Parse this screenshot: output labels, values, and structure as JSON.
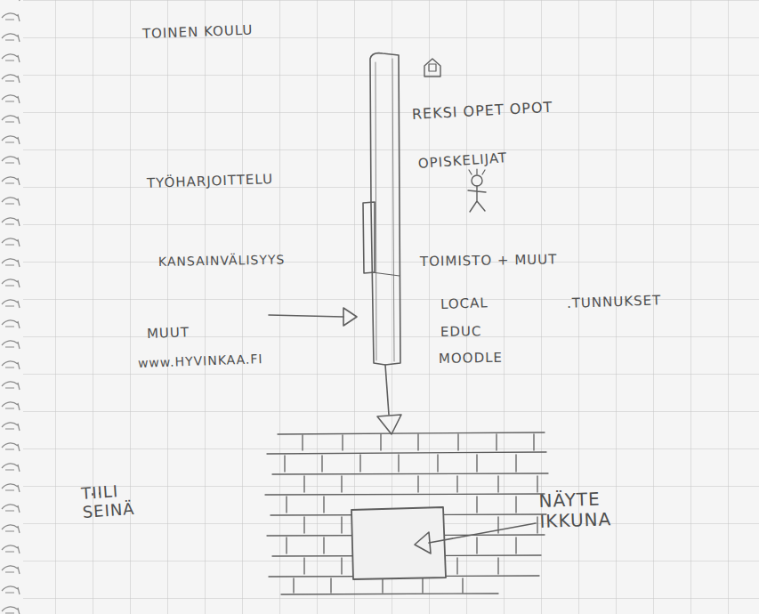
{
  "diagram": {
    "labels": [
      "TOINEN KOULU",
      "REKSI OPET OPOT",
      "TYÖHARJOITTELU",
      "OPISKELIJAT",
      "KANSAINVÄLISYYS",
      "TOIMISTO + MUUT",
      "LOCAL",
      ".TUNNUKSET",
      "MUUT",
      "EDUC",
      "www.HYVINKAA.FI",
      "MOODLE",
      "TIILI SEINÄ",
      "NÄYTE IKKUNA"
    ]
  }
}
